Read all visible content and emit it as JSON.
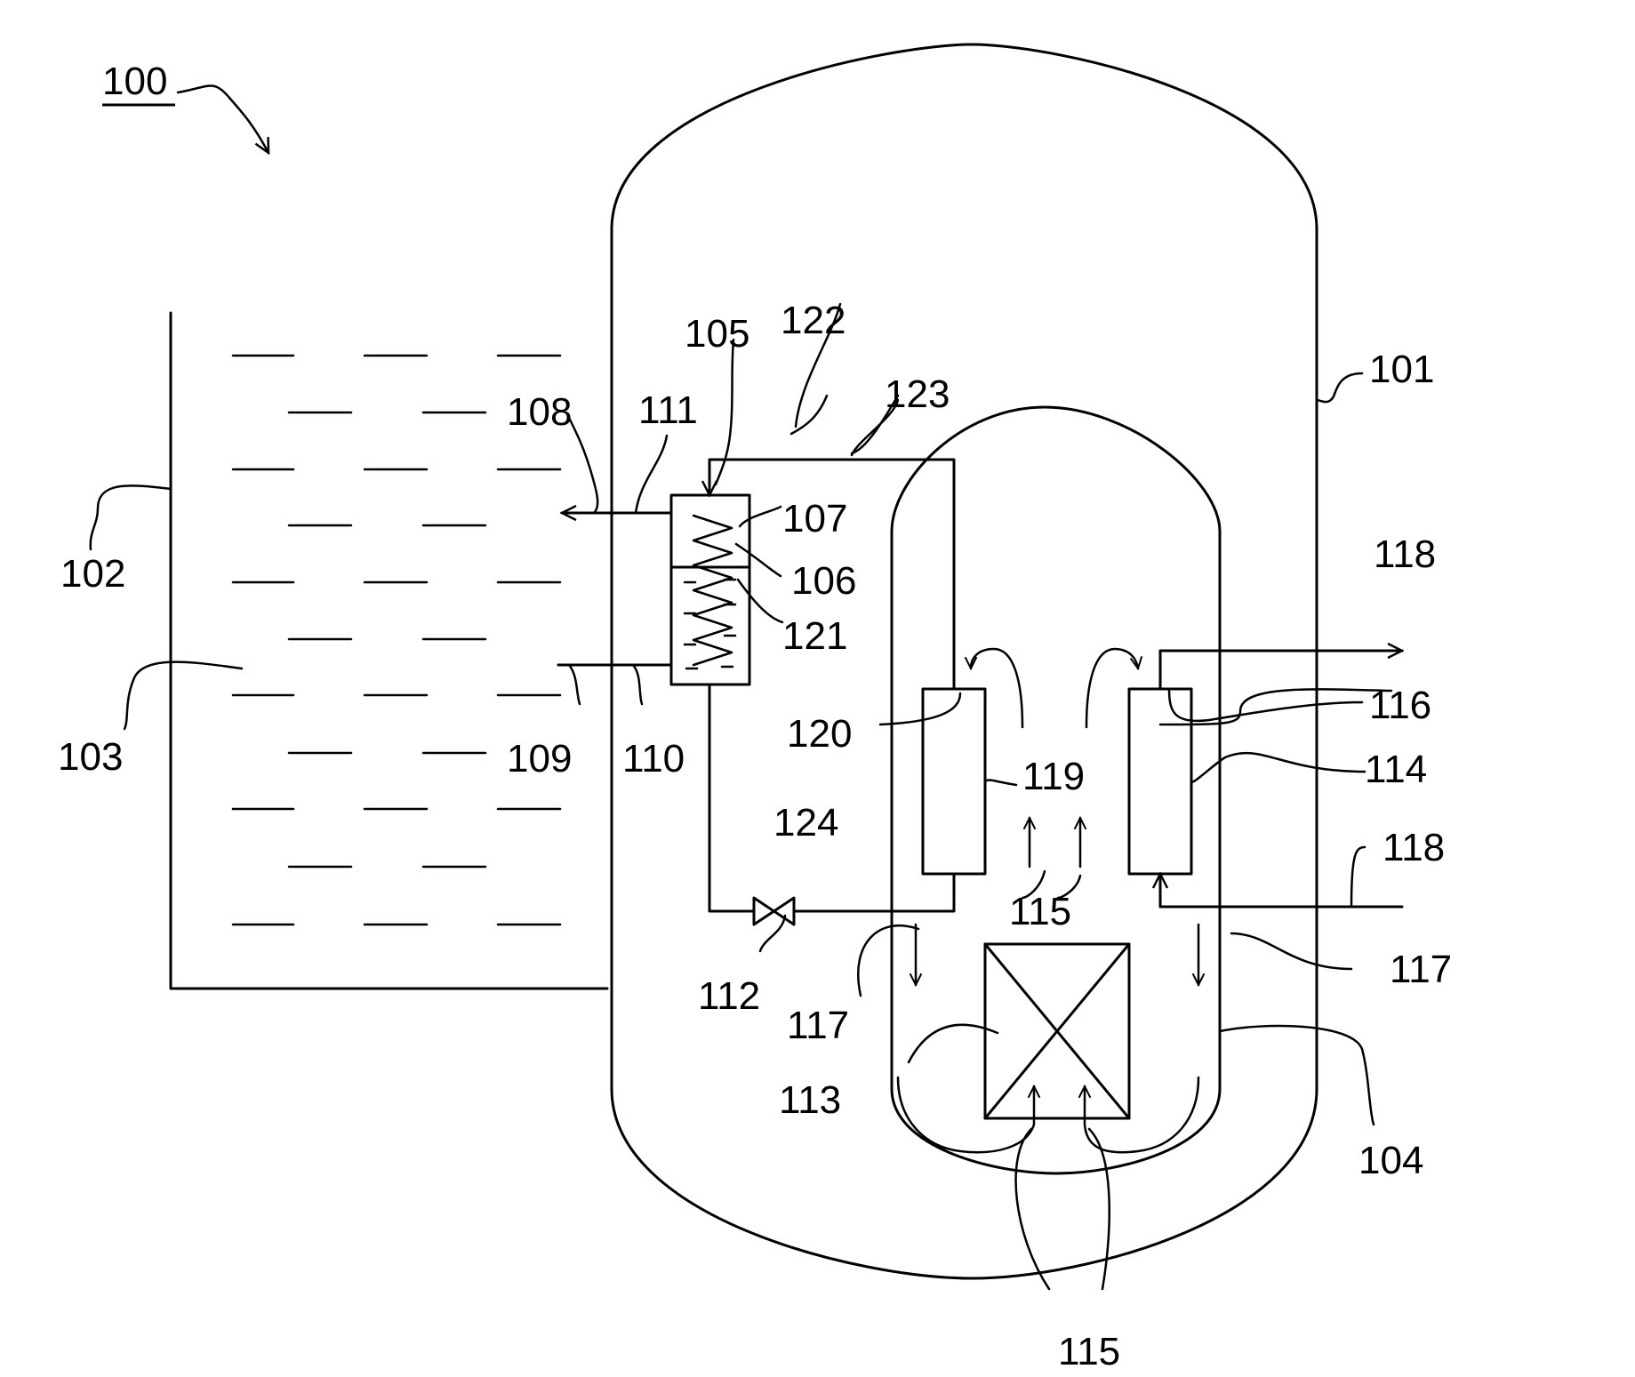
{
  "labels": {
    "l100": "100",
    "l101": "101",
    "l102": "102",
    "l103": "103",
    "l104": "104",
    "l105": "105",
    "l106": "106",
    "l107": "107",
    "l108": "108",
    "l109": "109",
    "l110": "110",
    "l111": "111",
    "l112": "112",
    "l113": "113",
    "l114": "114",
    "l115_bottom": "115",
    "l115_center": "115",
    "l116": "116",
    "l117_left": "117",
    "l117_right": "117",
    "l118_top": "118",
    "l118_bottom": "118",
    "l119": "119",
    "l120": "120",
    "l121": "121",
    "l122": "122",
    "l123": "123",
    "l124": "124"
  }
}
